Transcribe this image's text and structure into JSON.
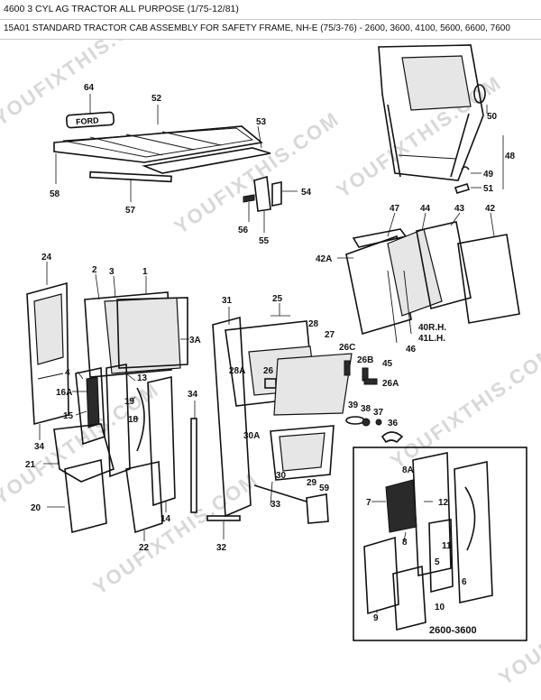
{
  "header": {
    "line1": "4600 3 CYL AG TRACTOR ALL PURPOSE (1/75-12/81)",
    "line2": "15A01 STANDARD TRACTOR CAB ASSEMBLY FOR SAFETY FRAME, NH-E (75/3-76) - 2600, 3600, 4100, 5600, 6600, 7600"
  },
  "diagram": {
    "roof_badge_text": "FORD",
    "inset_caption": "2600-3600",
    "watermark": "YOUFIXTHIS.COM",
    "callouts": {
      "c64": "64",
      "c52": "52",
      "c53": "53",
      "c58": "58",
      "c57": "57",
      "c54": "54",
      "c56": "56",
      "c55": "55",
      "c50": "50",
      "c48": "48",
      "c49": "49",
      "c51": "51",
      "c47": "47",
      "c44": "44",
      "c43": "43",
      "c42": "42",
      "c42a": "42A",
      "c40rh": "40R.H.",
      "c41lh": "41L.H.",
      "c46": "46",
      "c45": "45",
      "c24": "24",
      "c2": "2",
      "c3": "3",
      "c1": "1",
      "c3a": "3A",
      "c4": "4",
      "c16a": "16A",
      "c15": "15",
      "c13": "13",
      "c19": "19",
      "c18": "18",
      "c34l": "34",
      "c21": "21",
      "c20": "20",
      "c22": "22",
      "c14": "14",
      "c31": "31",
      "c25": "25",
      "c28": "28",
      "c27": "27",
      "c28a": "28A",
      "c26": "26",
      "c26c": "26C",
      "c26b": "26B",
      "c26a": "26A",
      "c34m": "34",
      "c39": "39",
      "c38": "38",
      "c37": "37",
      "c36": "36",
      "c30a": "30A",
      "c30": "30",
      "c29": "29",
      "c59": "59",
      "c33": "33",
      "c32": "32",
      "c8a": "8A",
      "c7": "7",
      "c12": "12",
      "c8": "8",
      "c11": "11",
      "c5": "5",
      "c6": "6",
      "c9": "9",
      "c10": "10"
    }
  }
}
